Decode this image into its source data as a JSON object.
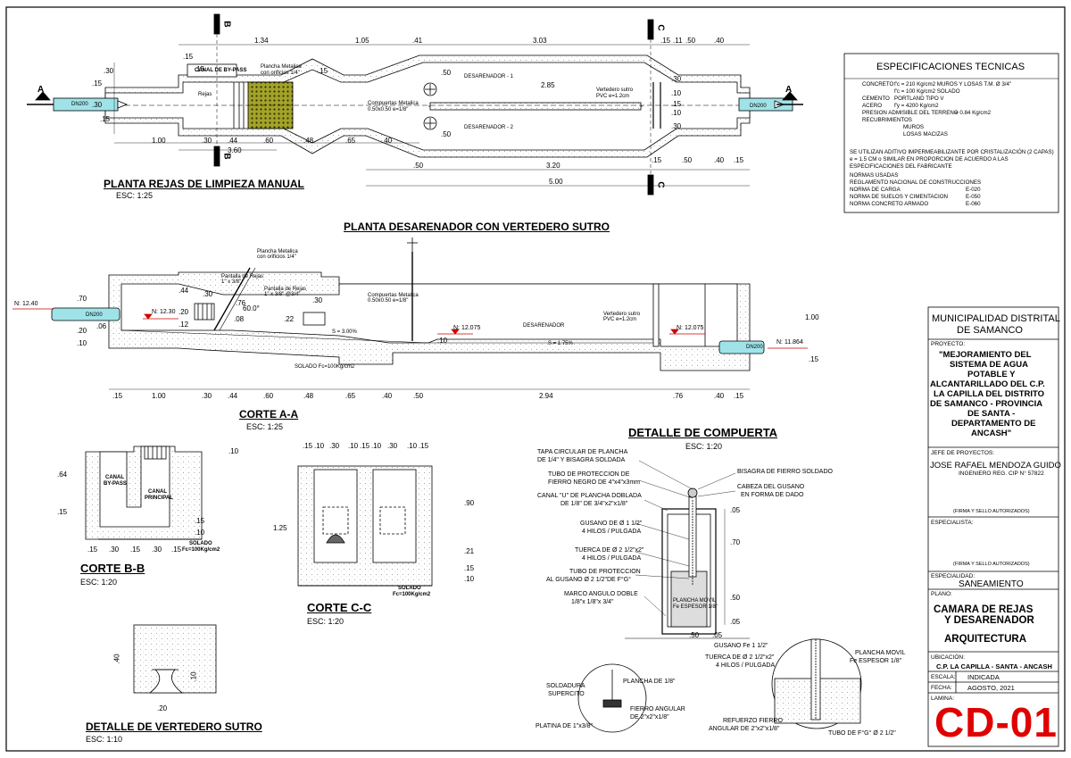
{
  "drawing": {
    "plan": {
      "title": "PLANTA REJAS DE LIMPIEZA MANUAL",
      "scale": "ESC: 1:25",
      "dims_top": [
        ".15",
        "1.34",
        "1.05",
        ".41",
        "3.03",
        ".15",
        ".11",
        ".50",
        ".40"
      ],
      "dims_bottom": [
        "1.00",
        ".30",
        ".44",
        ".60",
        ".48",
        ".65",
        ".40"
      ],
      "dims_bottom2": [
        ".50",
        "3.20",
        "5.00",
        ".15",
        ".50",
        ".40",
        ".15"
      ],
      "dims_left": [
        ".30",
        ".15",
        ".30",
        ".15"
      ],
      "dim_360": "3.60",
      "dim_285": "2.85",
      "dim_50a": ".50",
      "dim_50b": ".50",
      "dims_right": [
        ".30",
        ".10",
        ".15",
        ".10",
        ".30"
      ],
      "dim_15a": ".15",
      "dim_15b": ".15",
      "labels": {
        "bypass": "CANAL DE BY-PASS",
        "plancha": "Plancha Metalica",
        "plancha2": "con orificios 1/4\"",
        "rejas": "Rejas",
        "des1": "DESARENADOR - 1",
        "des2": "DESARENADOR - 2",
        "compuertas": "Compuertas Metalica",
        "compuertas2": "0.50x0.50 e=1/8\"",
        "vertedero": "Vertedero sutro",
        "vertedero2": "PVC e=1.2cm",
        "dn_in": "DN200",
        "dn_out": "DN200"
      },
      "sections": {
        "a": "A",
        "b": "B",
        "c": "C"
      }
    },
    "profile": {
      "title": "PLANTA DESARENADOR CON VERTEDERO SUTRO",
      "levels": [
        "N: 12.40",
        "N: 12.30",
        "N: 12.075",
        "N: 12.075",
        "N: 11.864"
      ],
      "dims": [
        ".70",
        ".20",
        ".06",
        ".10",
        ".44",
        ".30",
        ".20",
        ".12",
        ".76",
        ".08",
        ".22",
        ".30",
        ".10",
        "1.00",
        ".15",
        "60.0°"
      ],
      "labels": {
        "plancha": "Plancha Metalica",
        "plancha2": "con orificios 1/4\"",
        "pantalla": "Pantalla de Rejas",
        "pantalla2": "1\" x 3/8\"",
        "pantalla3": "Pantalla de Rejas",
        "pantalla4": "1\" x 3/8\" @3/4\"",
        "compuertas": "Compuertas Metalica",
        "compuertas2": "0.50x0.50 e=1/8\"",
        "vertedero": "Vertedero sutro",
        "vertedero2": "PVC e=1.2cm",
        "desarenador": "DESARENADOR",
        "slope1": "S = 3.00%",
        "slope2": "S = 1.75%",
        "solado": "SOLADO Fc=100Kg/cm2",
        "dn_in": "DN200",
        "dn_out": "DN200"
      },
      "dims_bottom": [
        ".15",
        "1.00",
        ".30",
        ".44",
        ".60",
        ".48",
        ".65",
        ".40",
        ".50",
        "2.94",
        ".76",
        ".40",
        ".15"
      ]
    },
    "corte_aa": {
      "title": "CORTE A-A",
      "scale": "ESC: 1:25"
    },
    "corte_bb": {
      "title": "CORTE B-B",
      "scale": "ESC: 1:20",
      "labels": {
        "bypass": "CANAL",
        "bypass2": "BY-PASS",
        "principal": "CANAL",
        "principal2": "PRINCIPAL",
        "solado": "SOLADO",
        "solado2": "Fc=100Kg/cm2"
      },
      "dims": [
        ".10",
        ".64",
        ".15",
        ".15",
        ".10",
        ".15",
        ".30",
        ".15",
        ".30",
        ".15"
      ]
    },
    "corte_cc": {
      "title": "CORTE C-C",
      "scale": "ESC: 1:20",
      "labels": {
        "solado": "SOLADO",
        "solado2": "Fc=100Kg/cm2"
      },
      "dims_top": [
        ".15",
        ".10",
        ".30",
        ".10",
        ".15",
        ".10",
        ".30",
        ".10",
        ".15"
      ],
      "dims": [
        "1.25",
        ".90",
        ".21",
        ".15",
        ".10"
      ]
    },
    "vertedero": {
      "title": "DETALLE DE VERTEDERO SUTRO",
      "scale": "ESC: 1:10",
      "dims": [
        ".40",
        ".10",
        ".20"
      ]
    },
    "compuerta": {
      "title": "DETALLE DE COMPUERTA",
      "scale": "ESC: 1:20",
      "left_labels": [
        [
          "TAPA CIRCULAR DE PLANCHA",
          "DE 1/4\" Y BISAGRA SOLDADA"
        ],
        [
          "TUBO DE PROTECCION DE",
          "FIERRO NEGRO DE 4\"x4\"x3mm"
        ],
        [
          "CANAL \"U\" DE PLANCHA DOBLADA",
          "DE 1/8\" DE 3/4\"x2\"x1/8\""
        ],
        [
          "GUSANO DE Ø 1 1/2\"",
          "4 HILOS / PULGADA"
        ],
        [
          "TUERCA DE Ø 2 1/2\"x2\"",
          "4 HILOS / PULGADA"
        ],
        [
          "TUBO DE PROTECCION",
          "AL GUSANO Ø 2 1/2\"DE F°G°"
        ],
        [
          "MARCO ANGULO DOBLE",
          "1/8\"x 1/8\"x 3/4\""
        ]
      ],
      "right_labels": [
        [
          "BISAGRA DE FIERRO SOLDADO",
          ""
        ],
        [
          "CABEZA DEL GUSANO",
          "EN FORMA DE DADO"
        ]
      ],
      "plancha": [
        "PLANCHA MOVIL",
        "Fe ESPESOR 1/8\""
      ],
      "dims": [
        ".05",
        ".70",
        ".50",
        ".05",
        ".50",
        ".05"
      ],
      "detail1": {
        "soldadura": [
          "SOLDADURA",
          "SUPERCITO"
        ],
        "plancha": "PLANCHA DE 1/8\"",
        "fierro": [
          "FIERRO ANGULAR",
          "DE 2\"x2\"x1/8\""
        ],
        "platina": "PLATINA DE 1\"x3/8\""
      },
      "detail2": {
        "gusano": "GUSANO Fe 1 1/2\"",
        "tuerca": [
          "TUERCA DE Ø 2 1/2\"x2\"",
          "4 HILOS / PULGADA"
        ],
        "plancha": [
          "PLANCHA MOVIL",
          "Fe ESPESOR 1/8\""
        ],
        "refuerzo": [
          "REFUERZO FIERRO",
          "ANGULAR DE 2\"x2\"x1/8\""
        ],
        "tubo": "TUBO DE F°G° Ø 2 1/2\""
      }
    }
  },
  "specs": {
    "title": "ESPECIFICACIONES TECNICAS",
    "rows": [
      [
        "CONCRETO",
        "f'c = 210 Kg/cm2 MUROS Y LOSAS T.M. Ø 3/4\""
      ],
      [
        "",
        "f'c = 100 Kg/cm2 SOLADO"
      ],
      [
        "CEMENTO",
        "PORTLAND TIPO V"
      ],
      [
        "ACERO",
        "f'y = 4200 Kg/cm2"
      ],
      [
        "PRESION ADMISIBLE DEL TERRENO",
        "= 0.84 Kg/cm2"
      ],
      [
        "RECUBRIMIENTOS",
        ""
      ],
      [
        "",
        "MUROS"
      ],
      [
        "",
        "LOSAS MACIZAS"
      ]
    ],
    "notes": [
      "SE UTILIZAN ADITIVO IMPERMEABILIZANTE POR CRISTALIZACIÓN (2 CAPAS)",
      "e = 1.5 CM o SIMILAR EN PROPORCION DE ACUERDO A LAS",
      "ESPECIFICACIONES DEL FABRICANTE"
    ],
    "norms_title": "NORMAS USADAS",
    "norms_reg": "REGLAMENTO NACIONAL DE CONSTRUCCIONES",
    "norms": [
      [
        "NORMA DE CARGA",
        "E-020"
      ],
      [
        "NORMA DE SUELOS Y CIMENTACION",
        "E-050"
      ],
      [
        "NORMA CONCRETO ARMADO",
        "E-060"
      ]
    ]
  },
  "titleblock": {
    "org": [
      "MUNICIPALIDAD DISTRITAL",
      "DE SAMANCO"
    ],
    "project_label": "PROYECTO:",
    "project": [
      "\"MEJORAMIENTO DEL",
      "SISTEMA DE AGUA",
      "POTABLE Y",
      "ALCANTARILLADO DEL C.P.",
      "LA CAPILLA DEL DISTRITO",
      "DE SAMANCO - PROVINCIA",
      "DE SANTA -",
      "DEPARTAMENTO DE",
      "ANCASH\""
    ],
    "jefe_label": "JEFE DE PROYECTOS:",
    "jefe": "JOSE RAFAEL MENDOZA GUIDO",
    "jefe_sub": "INGENIERO      REG. CIP N° 57822",
    "firma1": "(FIRMA Y SELLO AUTORIZADOS)",
    "especialista_label": "ESPECIALISTA:",
    "firma2": "(FIRMA Y SELLO AUTORIZADOS)",
    "especialidad_label": "ESPECIALIDAD:",
    "especialidad": "SANEAMIENTO",
    "plano_label": "PLANO:",
    "plano": [
      "CAMARA DE REJAS",
      "Y DESARENADOR"
    ],
    "plano_sub": "ARQUITECTURA",
    "ubicacion_label": "UBICACIÓN:",
    "ubicacion": "C.P. LA CAPILLA - SANTA - ANCASH",
    "escala_label": "ESCALA:",
    "escala": "INDICADA",
    "fecha_label": "FECHA:",
    "fecha": "AGOSTO, 2021",
    "lamina_label": "LAMINA:",
    "lamina": "CD-01"
  },
  "colors": {
    "accent": "#e00000",
    "pipe": "#9fe3e8",
    "grate": "#9a9a2a"
  }
}
